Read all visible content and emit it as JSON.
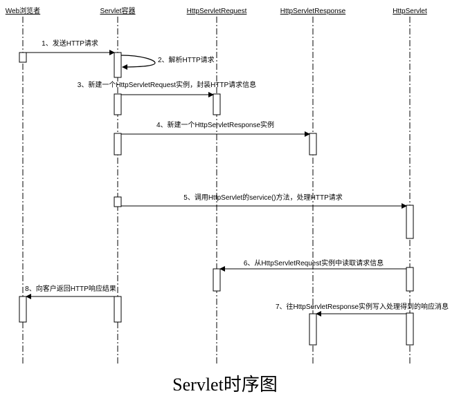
{
  "actors": [
    {
      "name": "Web浏览者"
    },
    {
      "name": "Servlet容器"
    },
    {
      "name": "HttpServletRequest"
    },
    {
      "name": "HttpServletResponse"
    },
    {
      "name": "HttpServlet"
    }
  ],
  "messages": [
    {
      "label": "1、发送HTTP请求",
      "from": 0,
      "to": 1
    },
    {
      "label": "2、解析HTTP请求",
      "from": 1,
      "to": 1
    },
    {
      "label": "3、新建一个HttpServletRequest实例，封装HTTP请求信息",
      "from": 1,
      "to": 2
    },
    {
      "label": "4、新建一个HttpServletResponse实例",
      "from": 1,
      "to": 3
    },
    {
      "label": "5、调用HttpServlet的service()方法，处理HTTP请求",
      "from": 1,
      "to": 4
    },
    {
      "label": "6、从HttpServletRequest实例中读取请求信息",
      "from": 4,
      "to": 2
    },
    {
      "label": "8、向客户返回HTTP响应结果",
      "from": 1,
      "to": 0
    },
    {
      "label": "7、往HttpServletResponse实例写入处理得到的响应消息",
      "from": 4,
      "to": 3
    }
  ],
  "caption": "Servlet时序图"
}
